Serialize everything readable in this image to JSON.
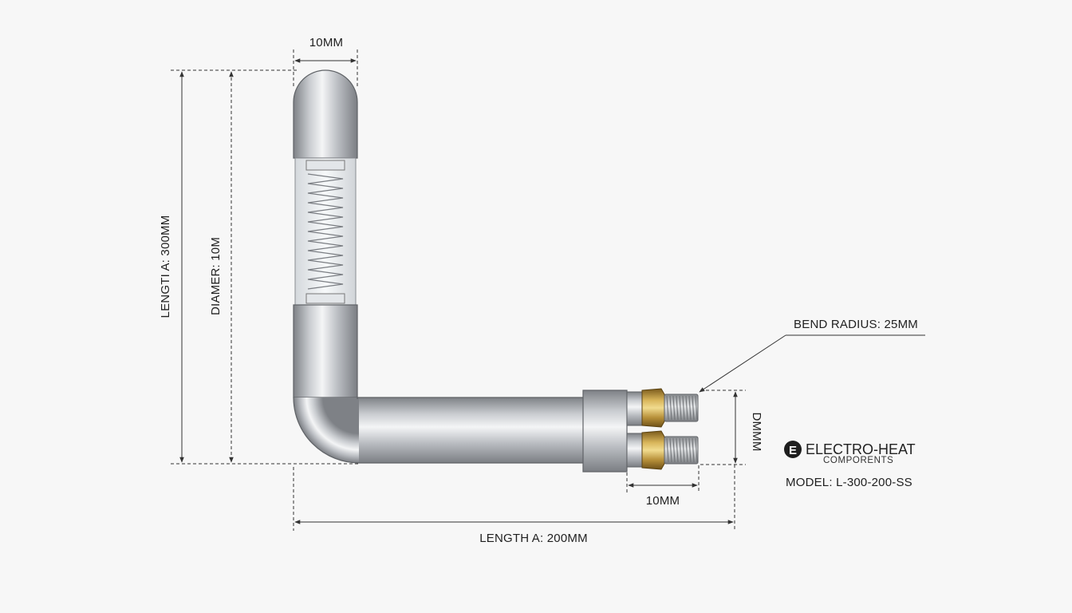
{
  "labels": {
    "top_width": "10MM",
    "length_vertical": "LENGTI A: 300MM",
    "diameter": "DIAMER: 10M",
    "bend_radius": "BEND RADIUS: 25MM",
    "terminal_height": "DMMM",
    "terminal_width": "10MM",
    "length_horizontal": "LENGTH A: 200MM"
  },
  "brand": {
    "logo_letter": "E",
    "name": "ELECTRO-HEAT",
    "subtitle": "COMPORENTS",
    "model": "MODEL: L-300-200-SS"
  },
  "colors": {
    "background": "#f7f7f7",
    "steel_dark": "#8a8d92",
    "steel_light": "#eef0f2",
    "brass": "#c9a24a",
    "line": "#333333"
  }
}
